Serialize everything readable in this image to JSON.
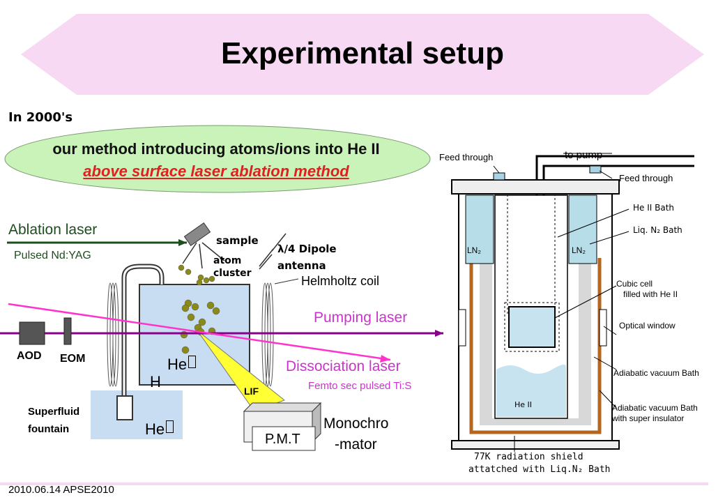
{
  "slide": {
    "title": "Experimental setup",
    "era": "In 2000's",
    "method_line1": "our method introducing atoms/ions into He II",
    "method_line2": "above surface laser ablation method",
    "footer": "2010.06.14 APSE2010"
  },
  "left_diagram": {
    "ablation_laser": "Ablation laser",
    "pulsed_ndyag": "Pulsed Nd:YAG",
    "sample": "sample",
    "atom": "atom",
    "cluster": "cluster",
    "dipole_line1": "λ/4 Dipole",
    "dipole_line2": "antenna",
    "helmholtz": "Helmholtz coil",
    "pumping_laser": "Pumping laser",
    "dissociation_laser": "Dissociation laser",
    "femto": "Femto sec pulsed Ti:S",
    "aod": "AOD",
    "eom": "EOM",
    "he_upper": "He",
    "h_label": "H",
    "he_lower": "He",
    "superfluid_line1": "Superfluid",
    "superfluid_line2": "fountain",
    "lif": "LIF",
    "pmt": "P.M.T",
    "monochro_line1": "Monochro",
    "monochro_line2": "-mator"
  },
  "right_diagram": {
    "feed_through_left": "Feed through",
    "to_pump": "to pump",
    "feed_through_right": "Feed through",
    "he2_bath": "He II Bath",
    "liq_n2_bath": "Liq. N₂ Bath",
    "ln2_left": "LN₂",
    "ln2_right": "LN₂",
    "cubic_cell_line1": "Cubic cell",
    "cubic_cell_line2": "filled with He II",
    "optical_window": "Optical window",
    "adiabatic_bath": "Adiabatic vacuum Bath",
    "adiabatic_insulator_line1": "Adiabatic vacuum Bath",
    "adiabatic_insulator_line2": "with super insulator",
    "he2_inner": "He II",
    "shield_line1": "77K radiation shield",
    "shield_line2": "attatched with Liq.N₂ Bath"
  },
  "colors": {
    "banner": "#f7d9f3",
    "ellipse": "#c9f3b8",
    "method_highlight": "#e02020",
    "ablation_arrow": "#1e4d1e",
    "pumping_laser": "#d400d4",
    "dissociation_laser": "#ff33cc",
    "lif_beam": "#ffff33",
    "particles": "#8a8a1a",
    "he_liquid": "#c8dcf2",
    "cryostat_copper": "#b5651d",
    "ln2_bath": "#b7dde8"
  }
}
